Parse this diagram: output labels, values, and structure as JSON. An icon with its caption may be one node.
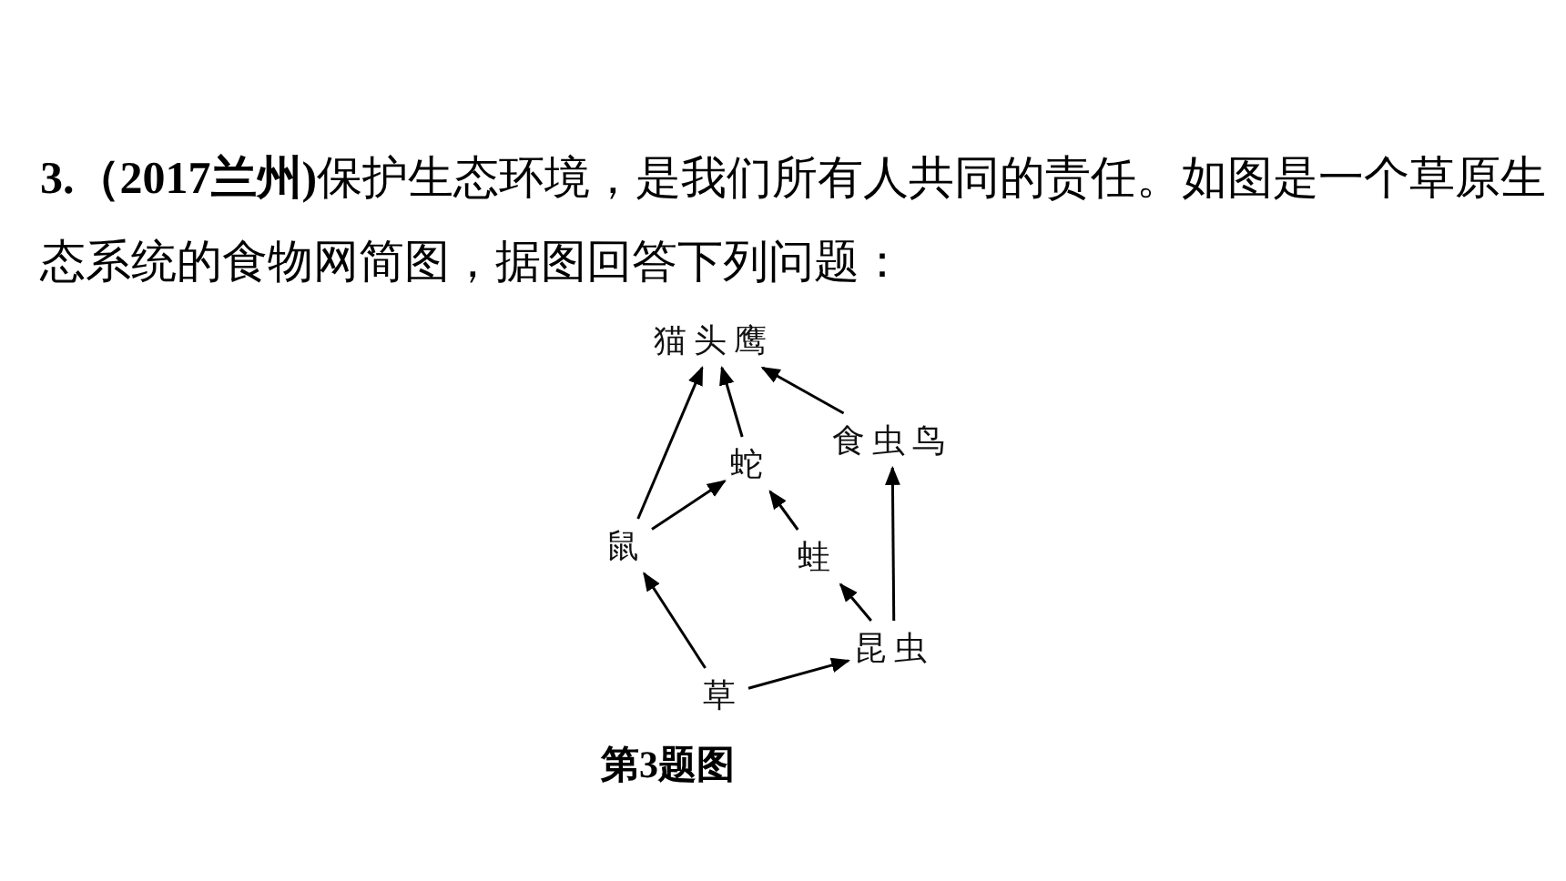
{
  "diagram": {
    "title": "**3.（2017兰州)**保护生态环境，是我们所有人共同的责任。如图是一个草原生态系统的食物网简图，据图回答下列问题：",
    "caption": "第3题图",
    "nodes": [
      {
        "text": [
          "猫头鹰"
        ]
      },
      {
        "text": [
          "食虫鸟"
        ]
      },
      {
        "text": [
          "蛇"
        ]
      },
      {
        "text": [
          "鼠"
        ]
      },
      {
        "text": [
          "蛙"
        ]
      },
      {
        "text": [
          "昆虫"
        ]
      },
      {
        "text": [
          "草"
        ]
      }
    ],
    "edges": [
      {
        "from": 6,
        "to": 3,
        "arrow": "to"
      },
      {
        "from": 6,
        "to": 5,
        "arrow": "to"
      },
      {
        "from": 3,
        "to": 0,
        "arrow": "to"
      },
      {
        "from": 3,
        "to": 2,
        "arrow": "to"
      },
      {
        "from": 2,
        "to": 0,
        "arrow": "to"
      },
      {
        "from": 4,
        "to": 2,
        "arrow": "to"
      },
      {
        "from": 5,
        "to": 4,
        "arrow": "to"
      },
      {
        "from": 5,
        "to": 1,
        "arrow": "to"
      },
      {
        "from": 1,
        "to": 0,
        "arrow": "to"
      }
    ]
  }
}
